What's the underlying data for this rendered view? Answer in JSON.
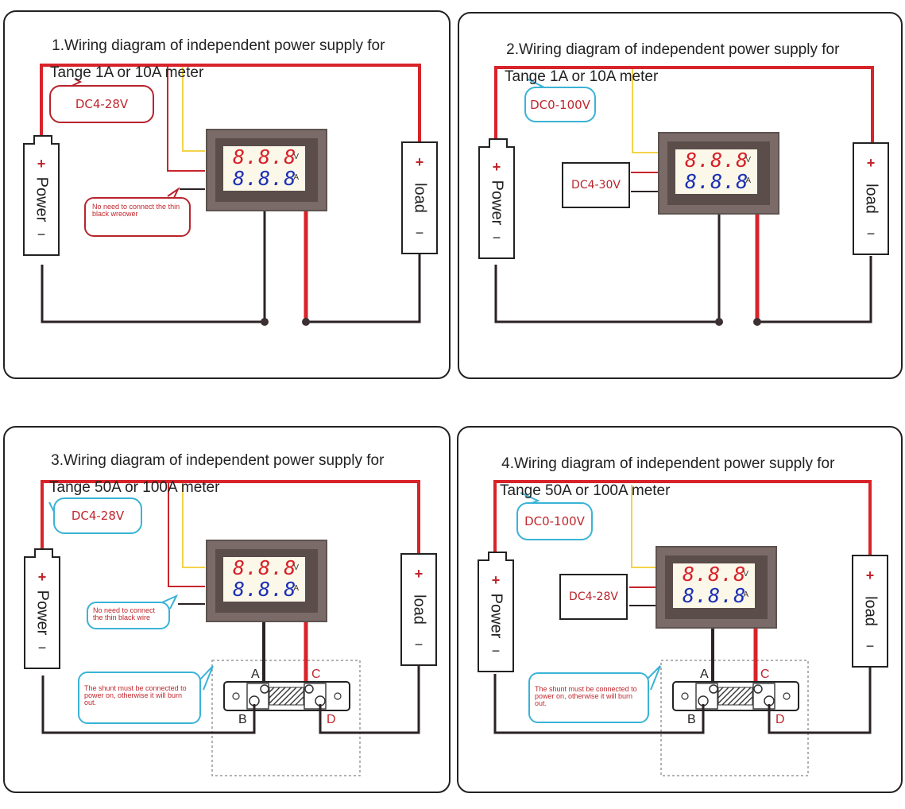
{
  "colors": {
    "positive_wire": "#d8232a",
    "negative_wire": "#2b2224",
    "signal_wire": "#f3d34a",
    "bubble_red": "#b8242c",
    "bubble_cyan": "#3ab3d6",
    "volt_digits": "#d62028",
    "amp_digits": "#1b2fb4"
  },
  "panels": [
    {
      "title_line1": "1.Wiring diagram of independent power supply for",
      "title_line2": "Tange 1A or 10A meter",
      "supply_bubble": "DC4-28V",
      "note": "No need to connect the thin black wreower",
      "power_label": "Power",
      "load_label": "load",
      "plus": "+",
      "minus": "−",
      "meter": {
        "volt_display": "8.8.8",
        "volt_unit": "V",
        "amp_display": "8.8.8",
        "amp_unit": "A"
      }
    },
    {
      "title_line1": "2.Wiring diagram of independent power supply for",
      "title_line2": "Tange 1A or 10A meter",
      "supply_bubble": "DC0-100V",
      "aux_supply": "DC4-30V",
      "power_label": "Power",
      "load_label": "load",
      "plus": "+",
      "minus": "−",
      "meter": {
        "volt_display": "8.8.8",
        "volt_unit": "V",
        "amp_display": "8.8.8",
        "amp_unit": "A"
      }
    },
    {
      "title_line1": "3.Wiring diagram of independent power supply for",
      "title_line2": "Tange 50A or 100A meter",
      "supply_bubble": "DC4-28V",
      "note": "No need to connect the thin black wire",
      "shunt_note": "The shunt must be connected to power on, otherwise it will burn out.",
      "shunt_terminals": [
        "A",
        "B",
        "C",
        "D"
      ],
      "power_label": "Power",
      "load_label": "load",
      "plus": "+",
      "minus": "−",
      "meter": {
        "volt_display": "8.8.8",
        "volt_unit": "V",
        "amp_display": "8.8.8",
        "amp_unit": "A"
      }
    },
    {
      "title_line1": "4.Wiring diagram of independent power supply for",
      "title_line2": "Tange 50A or 100A meter",
      "supply_bubble": "DC0-100V",
      "aux_supply": "DC4-28V",
      "shunt_note": "The shunt must be connected to power on, otherwise it will burn out.",
      "shunt_terminals": [
        "A",
        "B",
        "C",
        "D"
      ],
      "power_label": "Power",
      "load_label": "load",
      "plus": "+",
      "minus": "−",
      "meter": {
        "volt_display": "8.8.8",
        "volt_unit": "V",
        "amp_display": "8.8.8",
        "amp_unit": "A"
      }
    }
  ]
}
